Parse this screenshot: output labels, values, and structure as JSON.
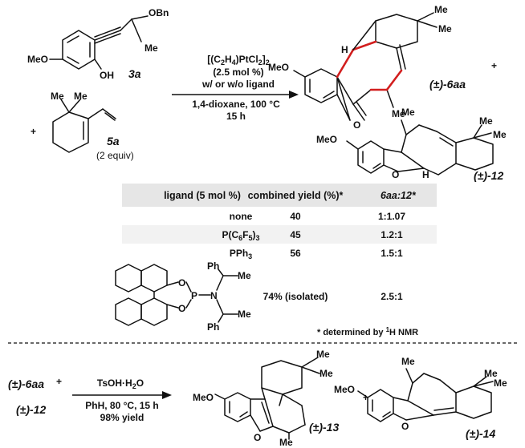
{
  "reactants": {
    "substrate_label": "3a",
    "diene_label": "5a",
    "diene_equiv": "(2 equiv)",
    "plus": "+"
  },
  "conditions_top": {
    "catalyst": "[(C2H4)PtCl2]2",
    "loading": "(2.5 mol %)",
    "ligand": "w/ or w/o ligand",
    "solvent_temp": "1,4-dioxane, 100 °C",
    "time": "15 h"
  },
  "products_top": {
    "major_label": "(±)-6aa",
    "minor_label": "(±)-12",
    "plus": "+"
  },
  "atoms": {
    "OBn": "OBn",
    "Me": "Me",
    "MeO": "MeO",
    "OH": "OH",
    "O": "O",
    "H": "H",
    "P": "P",
    "N": "N",
    "Ph": "Ph"
  },
  "table": {
    "headers": [
      "ligand (5 mol %)",
      "combined yield (%)*",
      "6aa:12*"
    ],
    "rows": [
      {
        "ligand": "none",
        "yield": "40",
        "ratio": "1:1.07"
      },
      {
        "ligand": "P(C6F5)3",
        "yield": "45",
        "ratio": "1.2:1"
      },
      {
        "ligand": "PPh3",
        "yield": "56",
        "ratio": "1.5:1"
      },
      {
        "ligand": "",
        "yield": "74% (isolated)",
        "ratio": "2.5:1"
      }
    ],
    "footnote": "* determined by 1H NMR"
  },
  "bottom": {
    "start_a": "(±)-6aa",
    "start_b": "(±)-12",
    "plus": "+",
    "reagent": "TsOH·H2O",
    "conditions": "PhH, 80 °C, 15 h",
    "yield": "98% yield",
    "product_a": "(±)-13",
    "product_b": "(±)-14"
  },
  "colors": {
    "new_bond": "#d21e1e",
    "table_header_bg": "#e6e6e6",
    "table_row_alt_bg": "#f2f2f2"
  }
}
